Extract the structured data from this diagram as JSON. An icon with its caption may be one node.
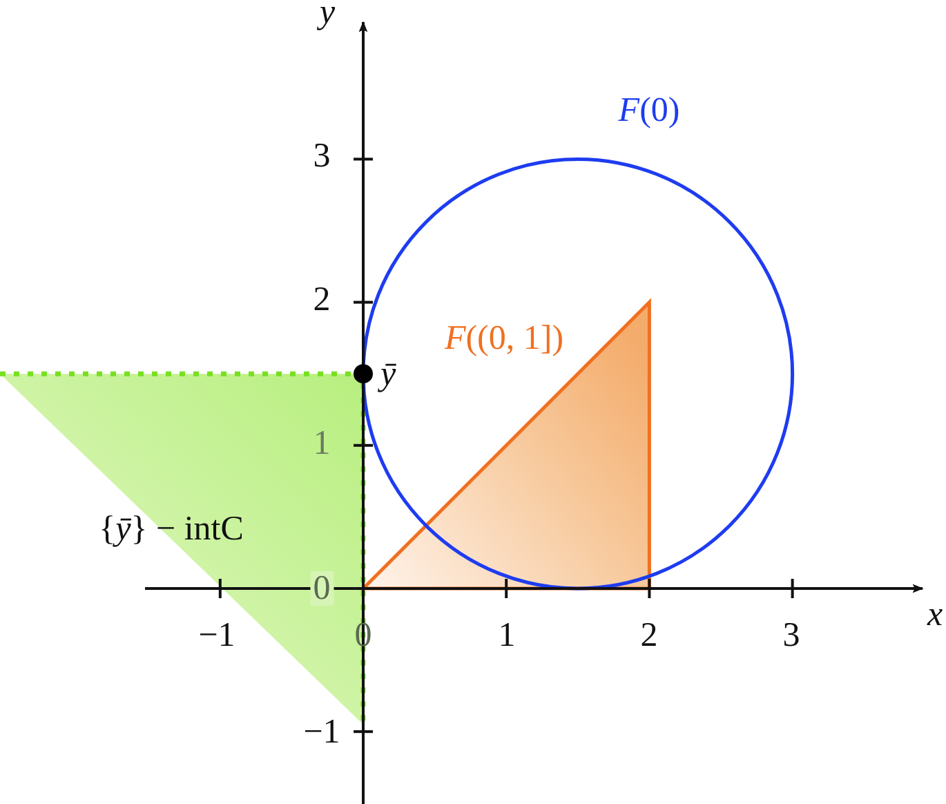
{
  "diagram": {
    "labels": [
      "y",
      "*F*(0)",
      "3",
      "2",
      "*F*((0, 1])",
      "ȳ",
      "1",
      "{*ȳ*} − intC",
      "0",
      "0",
      "x",
      "−1",
      "1",
      "2",
      "3",
      "−1"
    ]
  }
}
